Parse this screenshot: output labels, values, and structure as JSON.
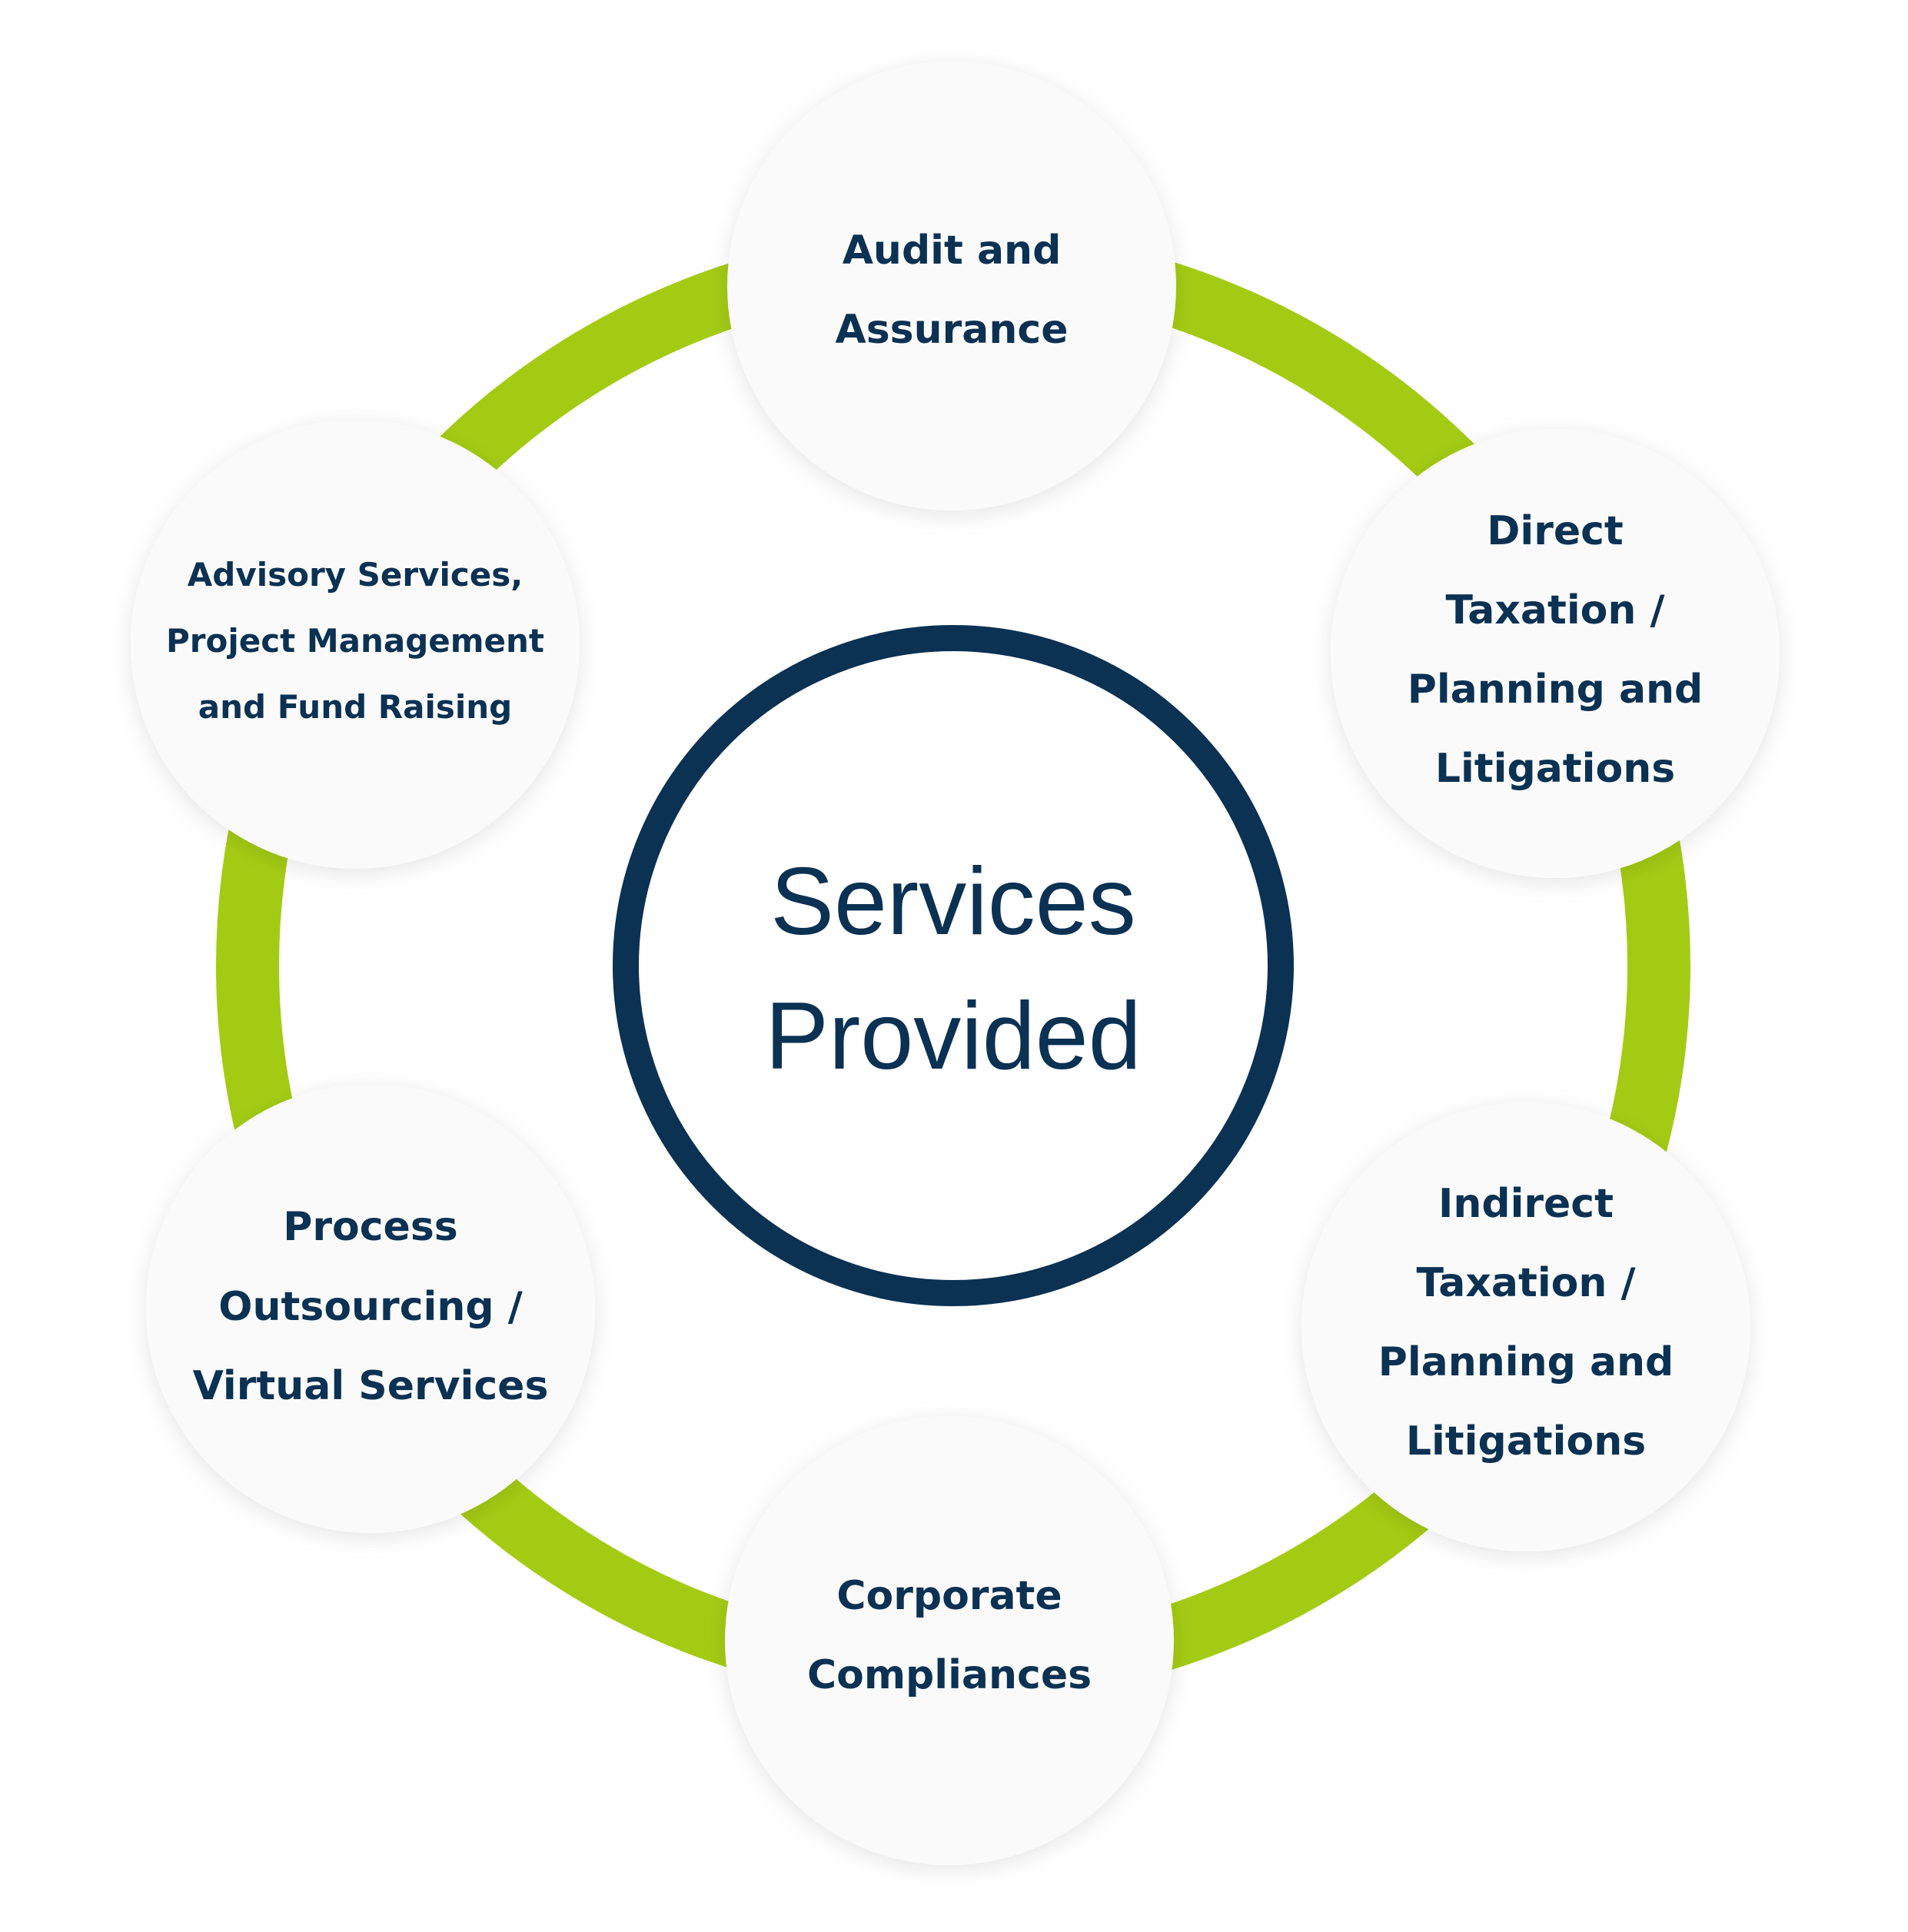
{
  "center": {
    "lines": [
      "Services",
      "Provided"
    ]
  },
  "services": [
    {
      "id": "audit",
      "lines": [
        "Audit and",
        "Assurance"
      ]
    },
    {
      "id": "direct-taxation",
      "lines": [
        "Direct",
        "Taxation /",
        "Planning and",
        "Litigations"
      ]
    },
    {
      "id": "indirect-taxation",
      "lines": [
        "Indirect",
        "Taxation /",
        "Planning and",
        "Litigations"
      ]
    },
    {
      "id": "corporate-compliances",
      "lines": [
        "Corporate",
        "Compliances"
      ]
    },
    {
      "id": "process-outsourcing",
      "lines": [
        "Process",
        "Outsourcing /",
        "Virtual Services"
      ]
    },
    {
      "id": "advisory",
      "lines": [
        "Advisory Services,",
        "Project Management",
        "and Fund Raising"
      ]
    }
  ],
  "colors": {
    "ring": "#a4cb14",
    "navy": "#0b3153",
    "node_fill": "#fafafa"
  }
}
